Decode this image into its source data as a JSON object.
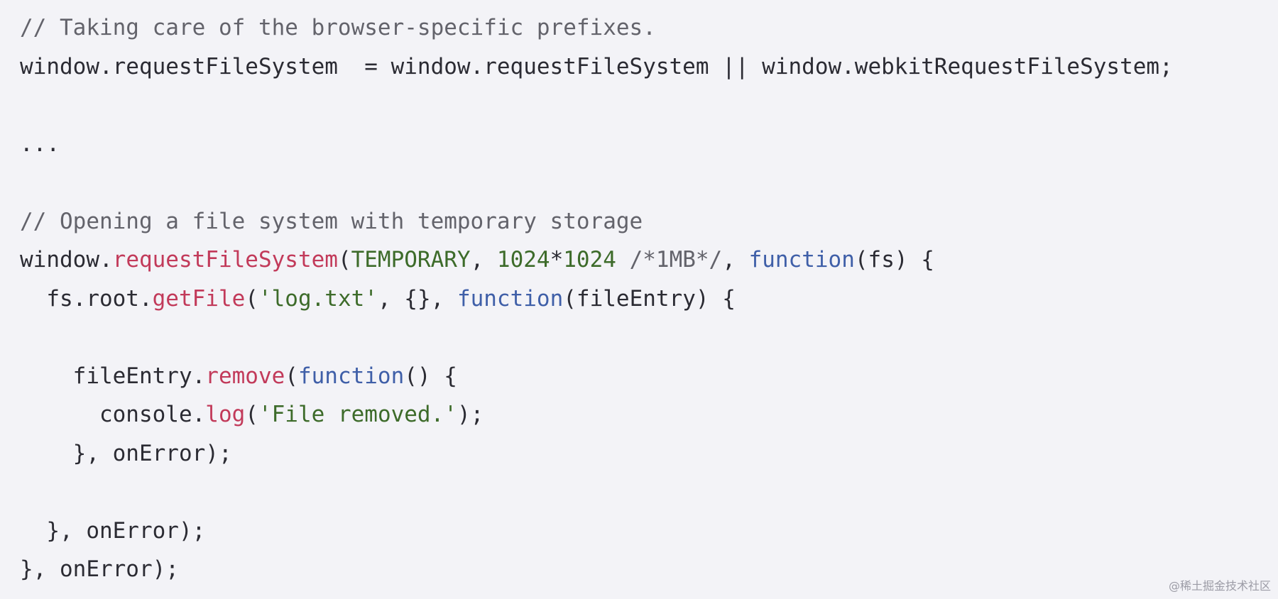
{
  "colors": {
    "background": "#f3f3f7",
    "comment": "#63636b",
    "plain": "#2b2b33",
    "method": "#c23a5a",
    "keyword": "#3f5fa8",
    "string": "#3d6b2a",
    "number": "#3d6b2a",
    "constant": "#3d6b2a"
  },
  "code": {
    "language": "javascript",
    "lines": [
      [
        {
          "t": "comment",
          "v": "// Taking care of the browser-specific prefixes."
        }
      ],
      [
        {
          "t": "plain",
          "v": "window.requestFileSystem  = window.requestFileSystem || window.webkitRequestFileSystem;"
        }
      ],
      [],
      [
        {
          "t": "plain",
          "v": "..."
        }
      ],
      [],
      [
        {
          "t": "comment",
          "v": "// Opening a file system with temporary storage"
        }
      ],
      [
        {
          "t": "plain",
          "v": "window."
        },
        {
          "t": "method",
          "v": "requestFileSystem"
        },
        {
          "t": "plain",
          "v": "("
        },
        {
          "t": "const",
          "v": "TEMPORARY"
        },
        {
          "t": "plain",
          "v": ", "
        },
        {
          "t": "number",
          "v": "1024"
        },
        {
          "t": "plain",
          "v": "*"
        },
        {
          "t": "number",
          "v": "1024"
        },
        {
          "t": "plain",
          "v": " "
        },
        {
          "t": "comment",
          "v": "/*1MB*/"
        },
        {
          "t": "plain",
          "v": ", "
        },
        {
          "t": "keyword",
          "v": "function"
        },
        {
          "t": "plain",
          "v": "(fs) {"
        }
      ],
      [
        {
          "t": "plain",
          "v": "  fs.root."
        },
        {
          "t": "method",
          "v": "getFile"
        },
        {
          "t": "plain",
          "v": "("
        },
        {
          "t": "string",
          "v": "'log.txt'"
        },
        {
          "t": "plain",
          "v": ", {}, "
        },
        {
          "t": "keyword",
          "v": "function"
        },
        {
          "t": "plain",
          "v": "(fileEntry) {"
        }
      ],
      [],
      [
        {
          "t": "plain",
          "v": "    fileEntry."
        },
        {
          "t": "method",
          "v": "remove"
        },
        {
          "t": "plain",
          "v": "("
        },
        {
          "t": "keyword",
          "v": "function"
        },
        {
          "t": "plain",
          "v": "() {"
        }
      ],
      [
        {
          "t": "plain",
          "v": "      console."
        },
        {
          "t": "method",
          "v": "log"
        },
        {
          "t": "plain",
          "v": "("
        },
        {
          "t": "string",
          "v": "'File removed.'"
        },
        {
          "t": "plain",
          "v": ");"
        }
      ],
      [
        {
          "t": "plain",
          "v": "    }, onError);"
        }
      ],
      [],
      [
        {
          "t": "plain",
          "v": "  }, onError);"
        }
      ],
      [
        {
          "t": "plain",
          "v": "}, onError);"
        }
      ]
    ]
  },
  "watermark": "@稀土掘金技术社区"
}
